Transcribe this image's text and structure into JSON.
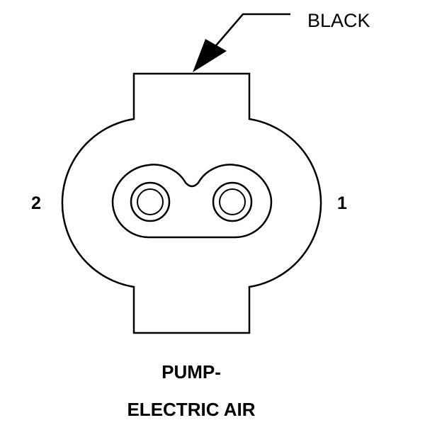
{
  "wire_color_label": "BLACK",
  "pins": {
    "left": "2",
    "right": "1"
  },
  "caption": {
    "line1": "PUMP-",
    "line2": "ELECTRIC AIR"
  },
  "colors": {
    "ink": "#000000",
    "background": "#ffffff"
  }
}
